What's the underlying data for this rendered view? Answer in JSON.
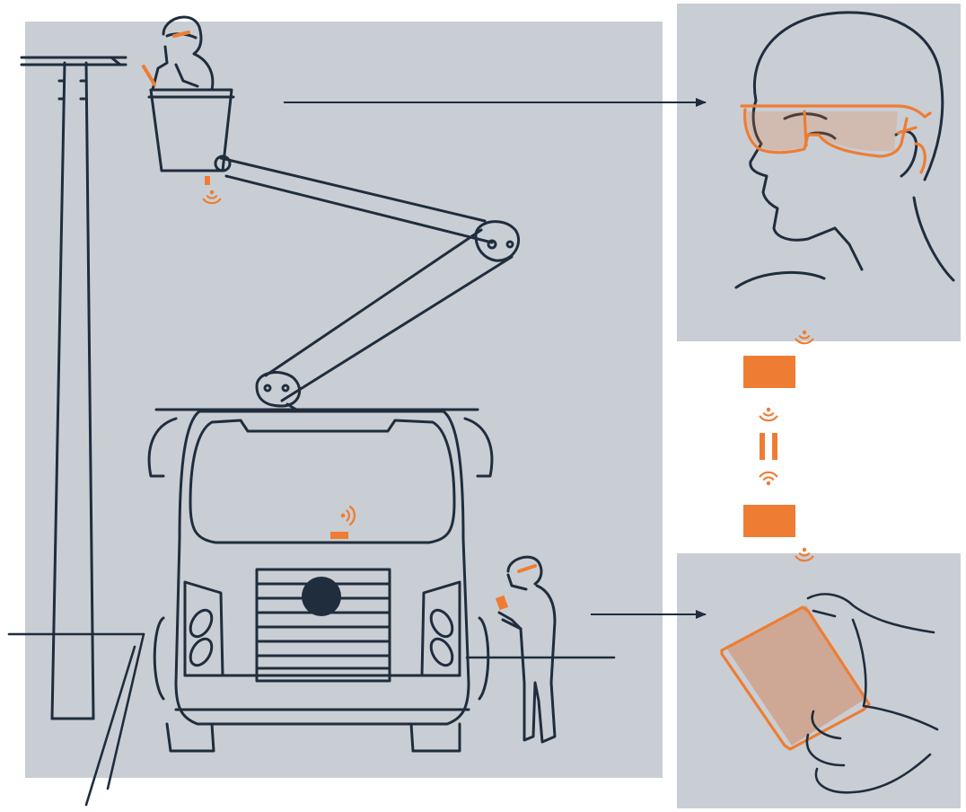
{
  "colors": {
    "ink": "#1f2d3d",
    "accent": "#ee7d33",
    "panel": "#c9ced5",
    "background": "#ffffff",
    "skin": "#d4d8dd"
  },
  "panels": {
    "main_scene": {
      "elements": [
        "utility-pole",
        "bucket-truck",
        "lineman-in-bucket",
        "ground-worker-with-phone"
      ],
      "icons": [
        "wireless-signal-icon",
        "wireless-signal-icon"
      ]
    },
    "headset_view": {
      "elements": [
        "head",
        "smart-glasses"
      ],
      "icons": [
        "wireless-signal-icon"
      ]
    },
    "tablet_view": {
      "elements": [
        "hands",
        "tablet-device"
      ],
      "icons": [
        "wireless-signal-icon"
      ]
    },
    "link_chain": {
      "elements": [
        "relay-box-top",
        "equals-sign",
        "relay-box-bottom"
      ],
      "icons": [
        "wireless-signal-icon",
        "wireless-signal-icon"
      ]
    }
  },
  "arrows": [
    {
      "from": "lineman-in-bucket",
      "to": "headset_view"
    },
    {
      "from": "ground-worker-with-phone",
      "to": "tablet_view"
    }
  ]
}
